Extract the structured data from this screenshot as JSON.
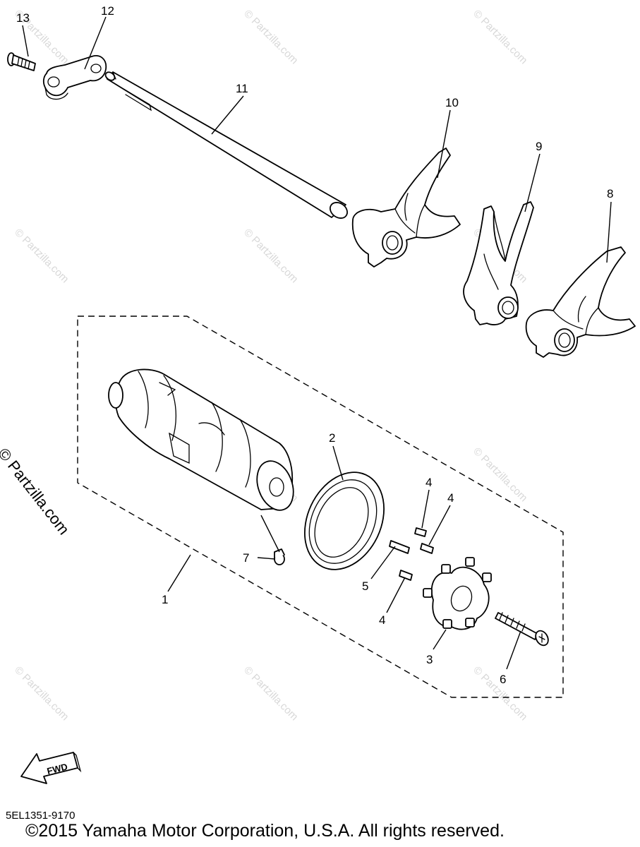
{
  "diagram": {
    "callouts": [
      "13",
      "12",
      "11",
      "10",
      "9",
      "8",
      "2",
      "4",
      "4",
      "7",
      "5",
      "1",
      "4",
      "3",
      "6"
    ],
    "fwd_label": "FWD"
  },
  "watermark": {
    "side_text": "© Partzilla.com",
    "tile_text": "© Partzilla.com"
  },
  "footer": {
    "diagram_code": "5EL1351-9170",
    "copyright": "©2015 Yamaha Motor Corporation, U.S.A. All rights reserved."
  }
}
